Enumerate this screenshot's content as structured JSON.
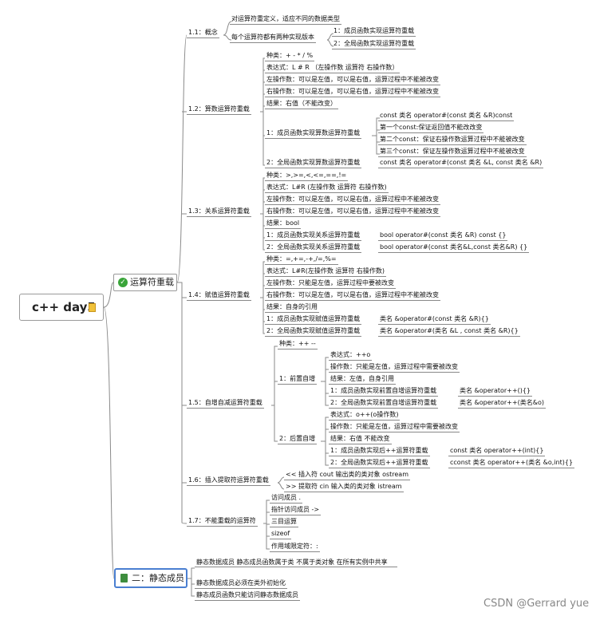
{
  "root": {
    "title": "c++ day5"
  },
  "branch1": {
    "title": "运算符重载"
  },
  "branch2": {
    "title": "二：静态成员"
  },
  "s1": {
    "label": "1.1：概念",
    "a": "对运算符重定义，适应不同的数据类型",
    "b": "每个运算符都有两种实现版本",
    "b1": "1：成员函数实现运算符重载",
    "b2": "2：全局函数实现运算符重载"
  },
  "s2": {
    "label": "1.2：算数运算符重载",
    "kind": "种类：+ - * / %",
    "expr": "表达式：L # R （左操作数 运算符 右操作数）",
    "left": "左操作数：可以是左值，可以是右值，运算过程中不能被改变",
    "right": "右操作数：可以是左值，可以是右值，运算过程中不能被改变",
    "result": "结果：右值（不能改变）",
    "member": "1：成员函数实现算数运算符重载",
    "m1": "const 类名 operator#(const 类名 &R)const",
    "m2": "第一个const:保证返回值不能改改变",
    "m3": "第二个const：保证右操作数运算过程中不能被改变",
    "m4": "第三个const：保证左操作数运算过程中不能被改变",
    "global": "2：全局函数实现算数运算符重载",
    "g1": "const 类名 operator#(const 类名 &L, const 类名 &R)"
  },
  "s3": {
    "label": "1.3：关系运算符重载",
    "kind": "种类：>,>=,<,<=,==,!=",
    "expr": "表达式：L#R (左操作数 运算符 右操作数)",
    "left": "左操作数：可以是左值，可以是右值，运算过程中不能被改变",
    "right": "右操作数：可以是左值，可以是右值，运算过程中不能被改变",
    "result": "结果：bool",
    "member": "1：成员函数实现关系运算符重载",
    "m1": "bool operator#(const 类名 &R) const {}",
    "global": "2：全局函数实现关系运算符重载",
    "g1": "bool operator#(const 类名&L,const 类名&R) {}"
  },
  "s4": {
    "label": "1.4：赋值运算符重载",
    "kind": "种类：=,+=,-+,/=,%=",
    "expr": "表达式：L#R(左操作数 运算符 右操作数)",
    "left": "左操作数：只能是左值，运算过程中要被改变",
    "right": "右操作数：可以是左值，可以是右值，运算过程中不能被改变",
    "result": "结果：自身的引用",
    "member": "1：成员函数实现赋值运算符重载",
    "m1": "类名 &operator#(const 类名 &R){}",
    "global": "2：全局函数实现赋值运算符重载",
    "g1": "类名 &operator#(类名 &L , const 类名 &R){}"
  },
  "s5": {
    "label": "1.5：自增自减运算符重载",
    "kind": "种类：++ --",
    "pre": {
      "label": "1：前置自增",
      "expr": "表达式：++o",
      "op": "操作数：只能是左值，运算过程中需要被改变",
      "result": "结果：左值，自身引用",
      "member": "1：成员函数实现前置自增运算符重载",
      "m1": "类名 &operator++(){}",
      "global": "2：全局函数实现前置自增运算符重载",
      "g1": "类名 &operator++(类名&o)"
    },
    "post": {
      "label": "2：后置自增",
      "expr": "表达式：o++(o操作数)",
      "op": "操作数：只能是左值，运算过程中需要被改变",
      "result": "结果：右值 不能改变",
      "member": "1：成员函数实现后++运算符重载",
      "m1": "const 类名 operator++(int){}",
      "global": "2：全局函数实现后++运算符重载",
      "g1": "cconst 类名 operator++(类名 &o,int){}"
    }
  },
  "s6": {
    "label": "1.6：插入提取符运算符重载",
    "a": "<< 插入符 cout 输出类的类对象 ostream",
    "b": ">> 提取符 cin 输入类的类对象 istream"
  },
  "s7": {
    "label": "1.7：不能重载的运算符",
    "items": [
      "访问成员 .",
      "指针访问成员 ->",
      "三目运算",
      "sizeof",
      "作用域限定符：:"
    ]
  },
  "static": {
    "a": "静态数据成员 静态成员函数属于类 不属于类对象 在所有实例中共享",
    "b": "静态数据成员必须在类外初始化",
    "c": "静态成员函数只能访问静态数据成员"
  },
  "watermark": "CSDN @Gerrard yue",
  "colors": {
    "line": "#7a7a7a",
    "accent": "#4a7fd1",
    "check": "#3aa53a"
  }
}
